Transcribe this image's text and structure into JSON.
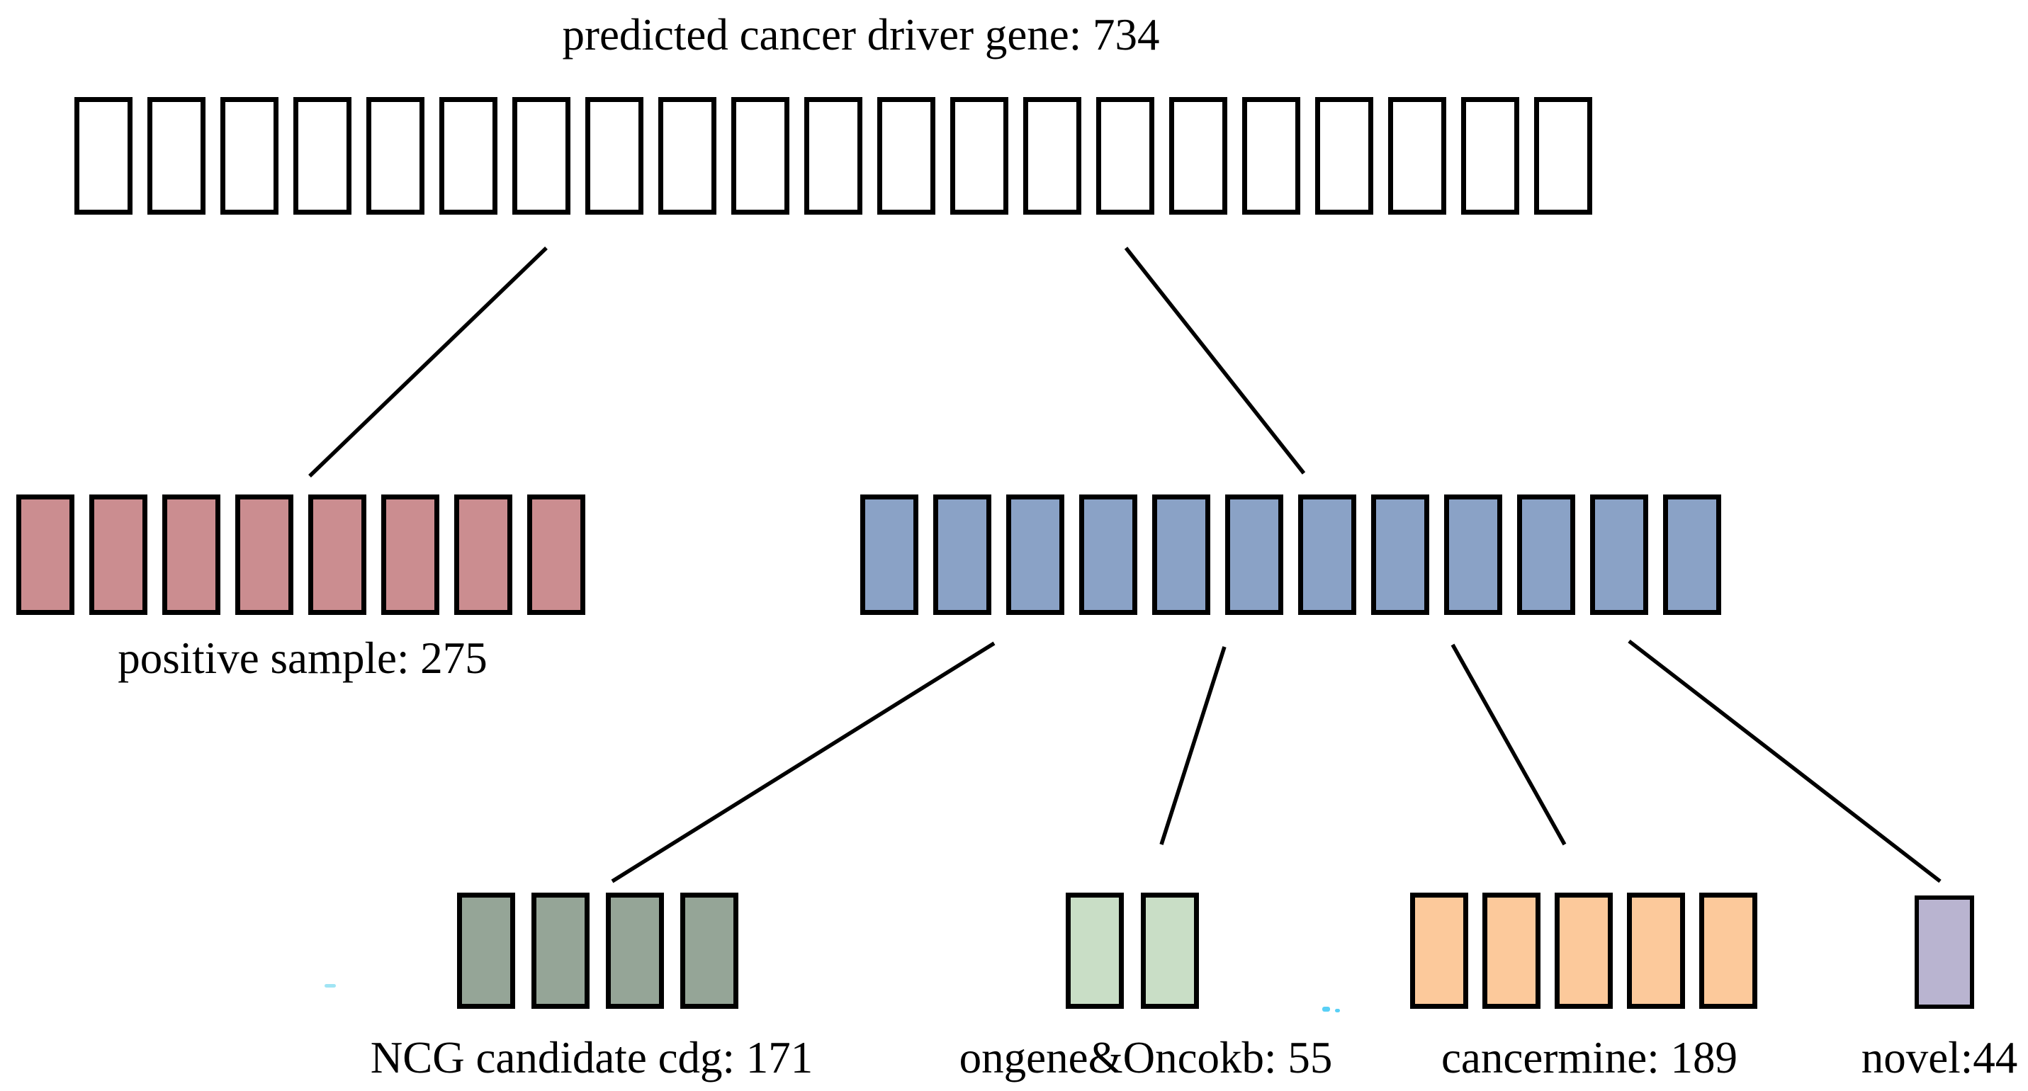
{
  "figure": {
    "nodes": [
      {
        "id": "predicted",
        "label": "predicted cancer driver gene: 734",
        "value": 734,
        "blocks": 21,
        "fill": "#ffffff"
      },
      {
        "id": "positive",
        "label": "positive sample: 275",
        "value": 275,
        "blocks": 8,
        "fill": "#cb8d90"
      },
      {
        "id": "negative",
        "label": "",
        "value": null,
        "blocks": 12,
        "fill": "#8aa2c6"
      },
      {
        "id": "ncg",
        "label": "NCG candidate cdg: 171",
        "value": 171,
        "blocks": 4,
        "fill": "#95a597"
      },
      {
        "id": "ongene_oncokb",
        "label": "ongene&Oncokb: 55",
        "value": 55,
        "blocks": 2,
        "fill": "#c9dec6"
      },
      {
        "id": "cancermine",
        "label": "cancermine: 189",
        "value": 189,
        "blocks": 5,
        "fill": "#fcc99b"
      },
      {
        "id": "novel",
        "label": "novel:44",
        "value": 44,
        "blocks": 1,
        "fill": "#b9b4d0"
      }
    ],
    "edges": [
      {
        "from": "predicted",
        "to": "positive"
      },
      {
        "from": "predicted",
        "to": "negative"
      },
      {
        "from": "negative",
        "to": "ncg"
      },
      {
        "from": "negative",
        "to": "ongene_oncokb"
      },
      {
        "from": "negative",
        "to": "cancermine"
      },
      {
        "from": "negative",
        "to": "novel"
      }
    ],
    "edge_color": "#000000",
    "block_border_color": "#000000"
  }
}
